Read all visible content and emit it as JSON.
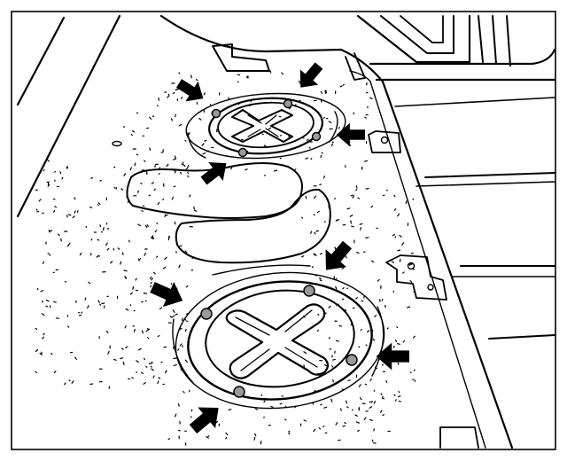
{
  "figure": {
    "background": "#ffffff",
    "ink": "#000000",
    "fastener_fill": "#9a9a9a"
  },
  "components": {
    "upper_cover": {
      "fasteners": 4,
      "arrows": 4
    },
    "lower_cover": {
      "fasteners": 4,
      "arrows": 4
    },
    "sealer_patches": 2,
    "brackets": 2
  }
}
